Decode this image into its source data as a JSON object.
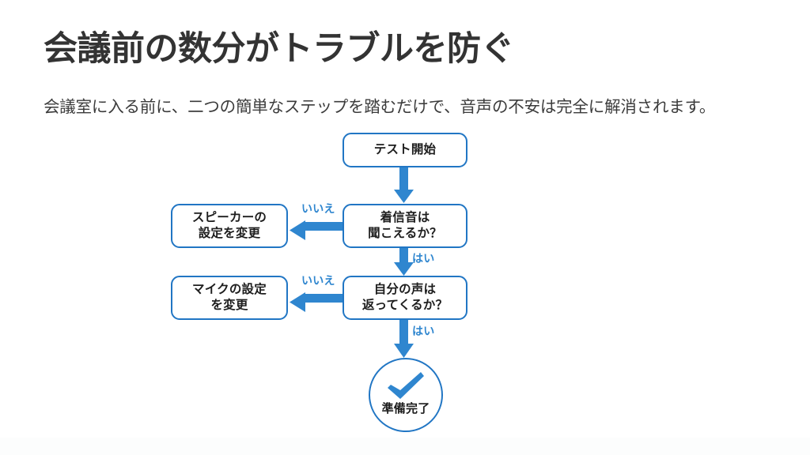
{
  "slide": {
    "title": "会議前の数分がトラブルを防ぐ",
    "subtitle": "会議室に入る前に、二つの簡単なステップを踏むだけで、音声の不安は完全に解消されます。",
    "background_color": "#ffffff",
    "title_color": "#333333",
    "subtitle_color": "#3b3b3b",
    "accent_color": "#2176c4",
    "arrow_color": "#2f86cf"
  },
  "flowchart": {
    "nodes": {
      "start": {
        "label": "テスト開始",
        "shape": "rounded-rect"
      },
      "question_1": {
        "label": "着信音は\n聞こえるか？",
        "shape": "rounded-rect"
      },
      "fix_1": {
        "label": "スピーカーの\n設定を変更",
        "shape": "rounded-rect"
      },
      "question_2": {
        "label": "自分の声は\n返ってくるか？",
        "shape": "rounded-rect"
      },
      "fix_2": {
        "label": "マイクの設定\nを変更",
        "shape": "rounded-rect"
      },
      "done": {
        "label": "準備完了",
        "shape": "circle",
        "icon": "check-icon"
      }
    },
    "edge_labels": {
      "no_1": "いいえ",
      "no_2": "いいえ",
      "yes_1": "はい",
      "yes_2": "はい"
    }
  }
}
